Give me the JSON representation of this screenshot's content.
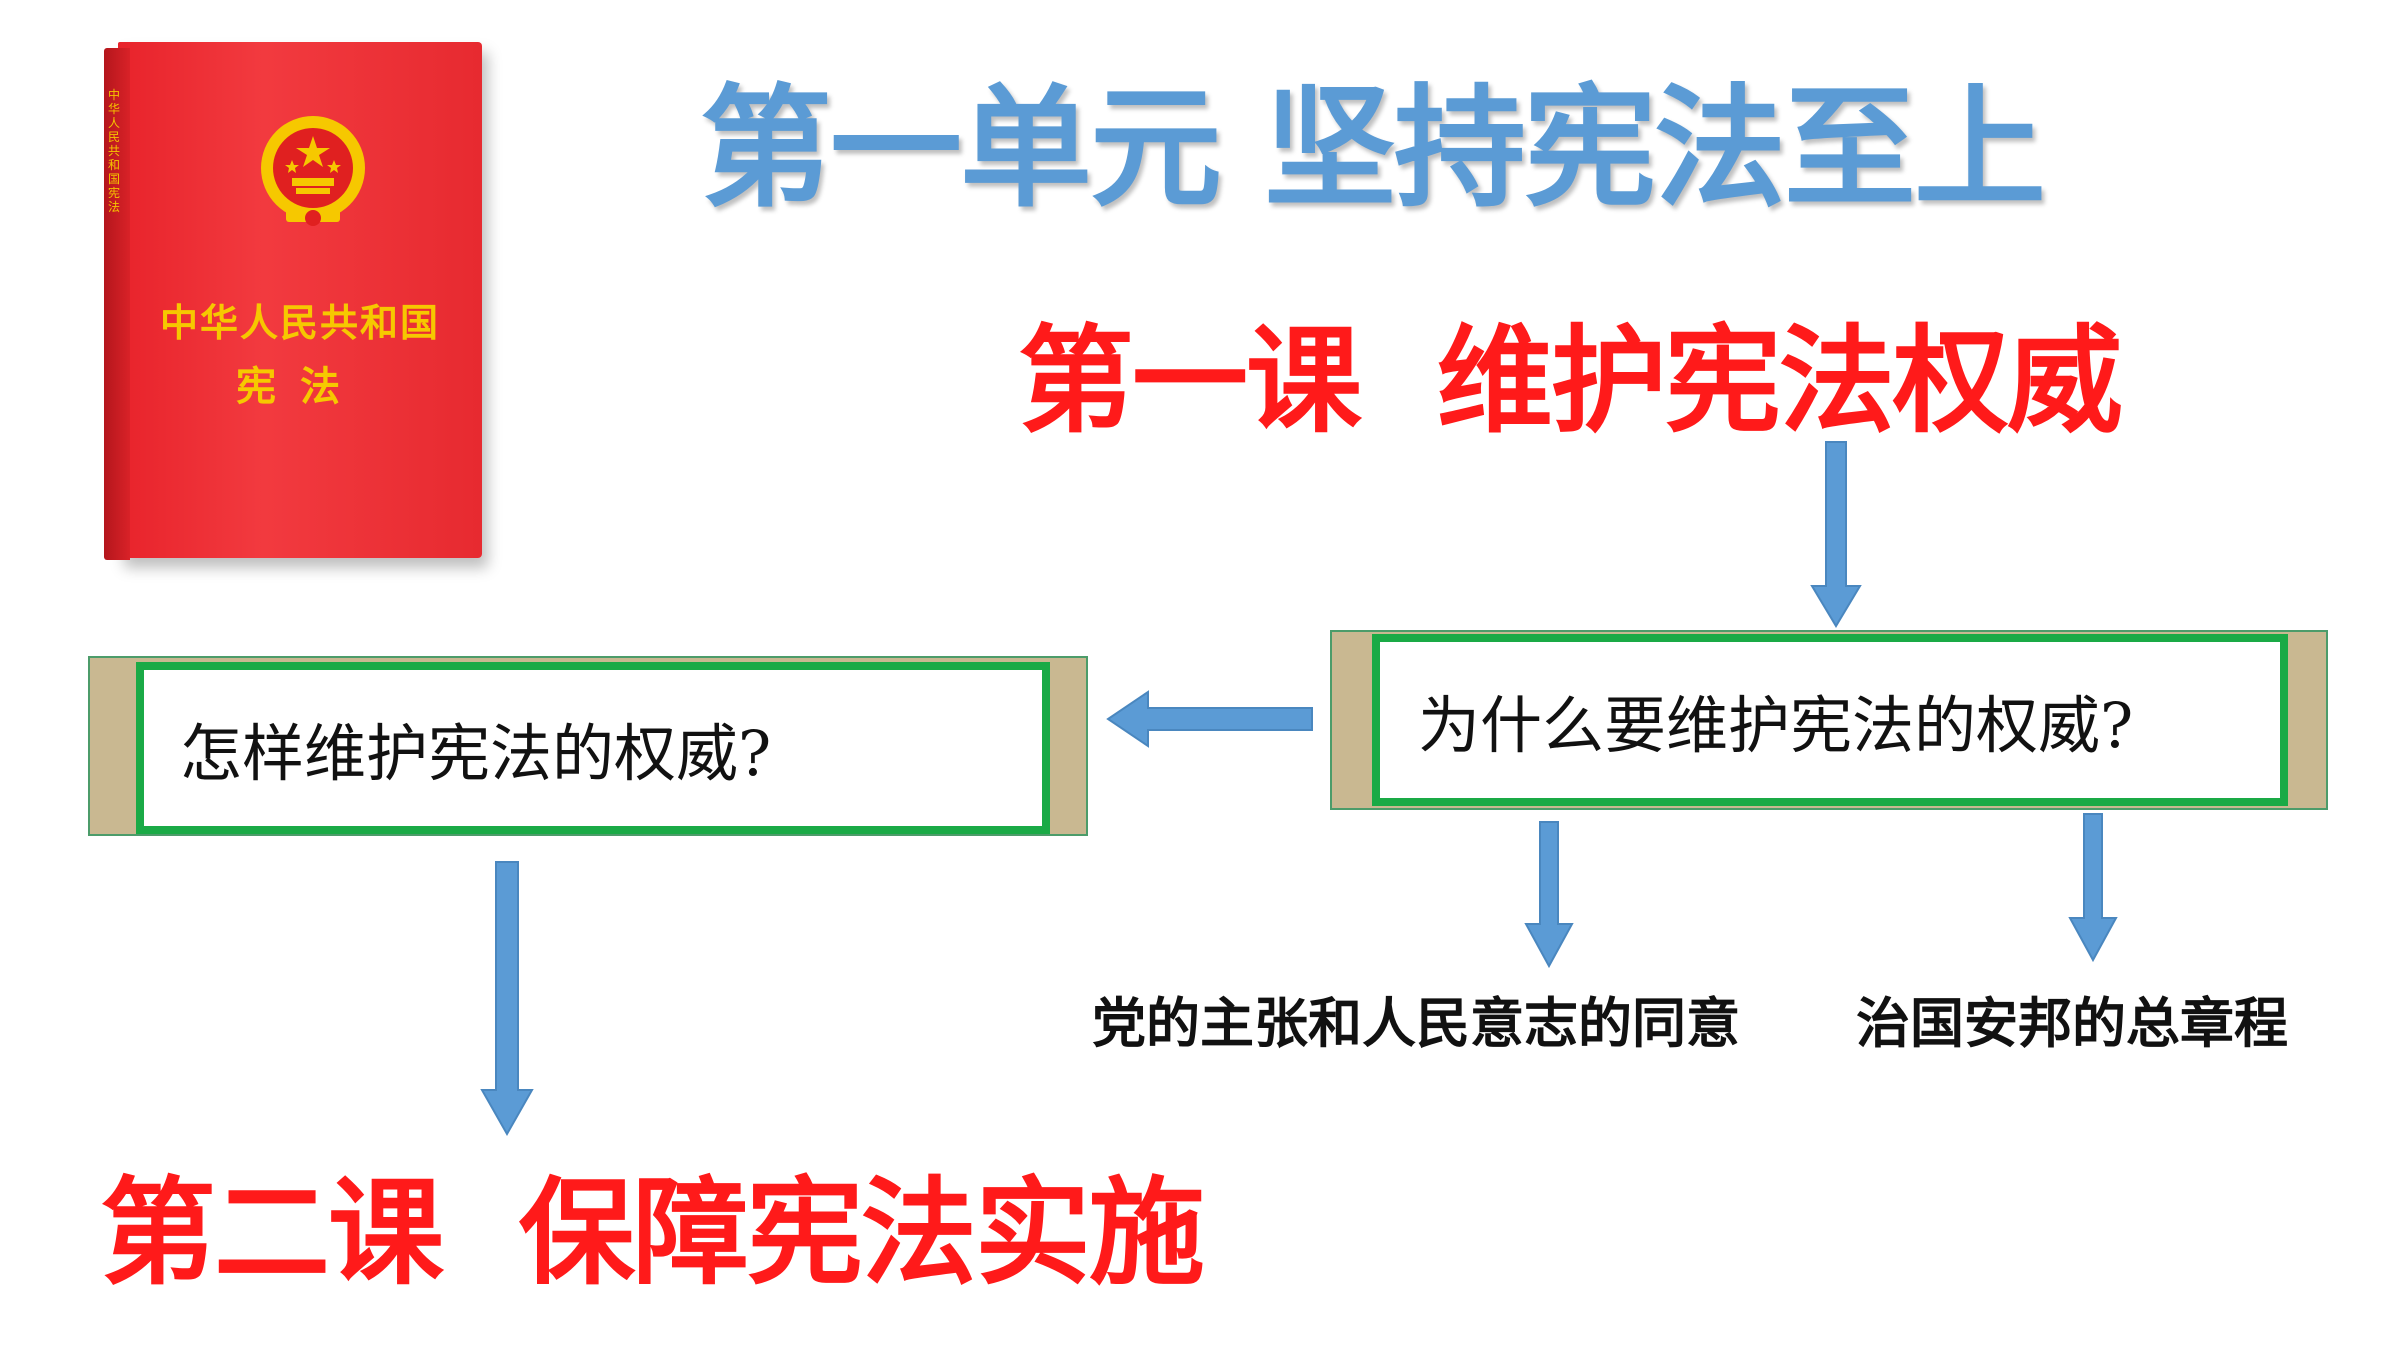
{
  "book": {
    "spine_text": "中华人民共和国宪法",
    "cover_title": "中华人民共和国",
    "cover_subtitle": "宪法"
  },
  "unit_title": "第一单元 坚持宪法至上",
  "lesson1_title": "第一课  维护宪法权威",
  "lesson2_title": "第二课  保障宪法实施",
  "question_why": "为什么要维护宪法的权威?",
  "question_how": "怎样维护宪法的权威?",
  "reasons": [
    "党的主张和人民意志的同意",
    "治国安邦的总章程"
  ],
  "colors": {
    "unit_title": "#5b9bd5",
    "lesson_title": "#ff1a1a",
    "arrow": "#5b9bd5",
    "box_border": "#1aaa46",
    "scroll_frame": "#c9b891",
    "book_cover": "#e8232b",
    "book_gold": "#f6c800"
  }
}
